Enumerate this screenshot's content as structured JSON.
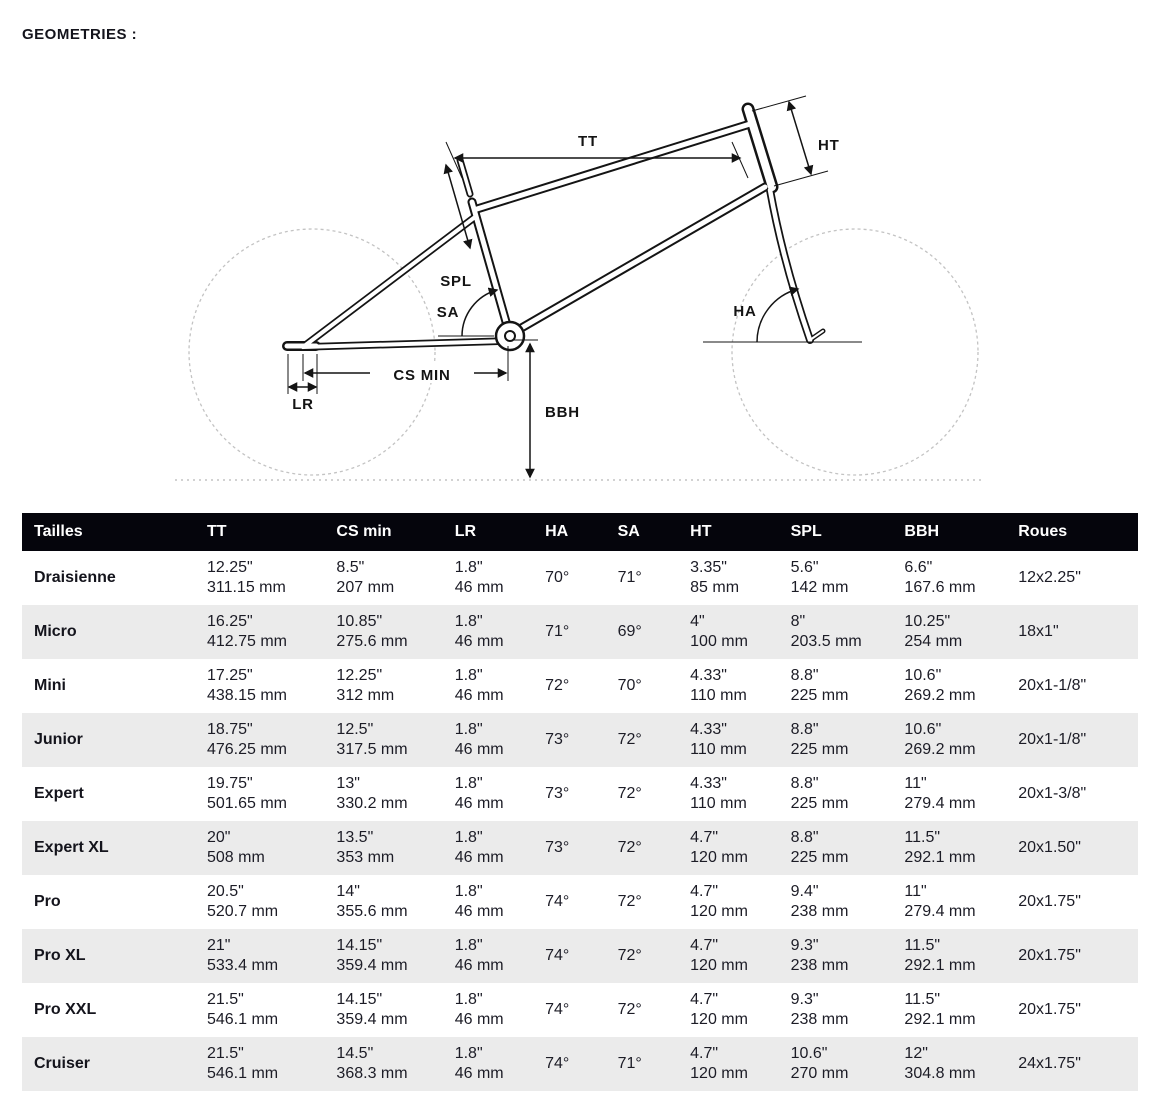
{
  "page": {
    "title": "GEOMETRIES :"
  },
  "colors": {
    "table_header_bg": "#05050c",
    "table_header_text": "#ffffff",
    "row_alt_bg": "#ebebeb",
    "line_color": "#141414",
    "wheel_color": "#c3c3c3"
  },
  "diagram": {
    "labels": {
      "tt": "TT",
      "ht": "HT",
      "spl": "SPL",
      "sa": "SA",
      "ha": "HA",
      "cs_min": "CS MIN",
      "lr": "LR",
      "bbh": "BBH"
    }
  },
  "table": {
    "headers": [
      "Tailles",
      "TT",
      "CS min",
      "LR",
      "HA",
      "SA",
      "HT",
      "SPL",
      "BBH",
      "Roues"
    ],
    "rows": [
      [
        "Draisienne",
        "12.25\"\n311.15 mm",
        "8.5\"\n207 mm",
        "1.8\"\n46 mm",
        "70°",
        "71°",
        "3.35\"\n85 mm",
        "5.6\"\n142 mm",
        "6.6\"\n167.6 mm",
        "12x2.25\""
      ],
      [
        "Micro",
        "16.25\"\n412.75 mm",
        "10.85\"\n275.6 mm",
        "1.8\"\n46 mm",
        "71°",
        "69°",
        "4\"\n100 mm",
        "8\"\n203.5 mm",
        "10.25\"\n254 mm",
        "18x1\""
      ],
      [
        "Mini",
        "17.25\"\n438.15 mm",
        "12.25\"\n312 mm",
        "1.8\"\n46 mm",
        "72°",
        "70°",
        "4.33\"\n110 mm",
        "8.8\"\n225 mm",
        "10.6\"\n269.2 mm",
        "20x1-1/8\""
      ],
      [
        "Junior",
        "18.75\"\n476.25 mm",
        "12.5\"\n317.5 mm",
        "1.8\"\n46 mm",
        "73°",
        "72°",
        "4.33\"\n110 mm",
        "8.8\"\n225 mm",
        "10.6\"\n269.2 mm",
        "20x1-1/8\""
      ],
      [
        "Expert",
        "19.75\"\n501.65 mm",
        "13\"\n330.2 mm",
        "1.8\"\n46 mm",
        "73°",
        "72°",
        "4.33\"\n110 mm",
        "8.8\"\n225 mm",
        "11\"\n279.4 mm",
        "20x1-3/8\""
      ],
      [
        "Expert XL",
        "20\"\n508 mm",
        "13.5\"\n353 mm",
        "1.8\"\n46 mm",
        "73°",
        "72°",
        "4.7\"\n120 mm",
        "8.8\"\n225 mm",
        "11.5\"\n292.1 mm",
        "20x1.50\""
      ],
      [
        "Pro",
        "20.5\"\n520.7 mm",
        "14\"\n355.6 mm",
        "1.8\"\n46 mm",
        "74°",
        "72°",
        "4.7\"\n120 mm",
        "9.4\"\n238 mm",
        "11\"\n279.4 mm",
        "20x1.75\""
      ],
      [
        "Pro XL",
        "21\"\n533.4 mm",
        "14.15\"\n359.4 mm",
        "1.8\"\n46 mm",
        "74°",
        "72°",
        "4.7\"\n120 mm",
        "9.3\"\n238 mm",
        "11.5\"\n292.1 mm",
        "20x1.75\""
      ],
      [
        "Pro XXL",
        "21.5\"\n546.1 mm",
        "14.15\"\n359.4 mm",
        "1.8\"\n46 mm",
        "74°",
        "72°",
        "4.7\"\n120 mm",
        "9.3\"\n238 mm",
        "11.5\"\n292.1 mm",
        "20x1.75\""
      ],
      [
        "Cruiser",
        "21.5\"\n546.1 mm",
        "14.5\"\n368.3 mm",
        "1.8\"\n46 mm",
        "74°",
        "71°",
        "4.7\"\n120 mm",
        "10.6\"\n270 mm",
        "12\"\n304.8 mm",
        "24x1.75\""
      ]
    ]
  }
}
